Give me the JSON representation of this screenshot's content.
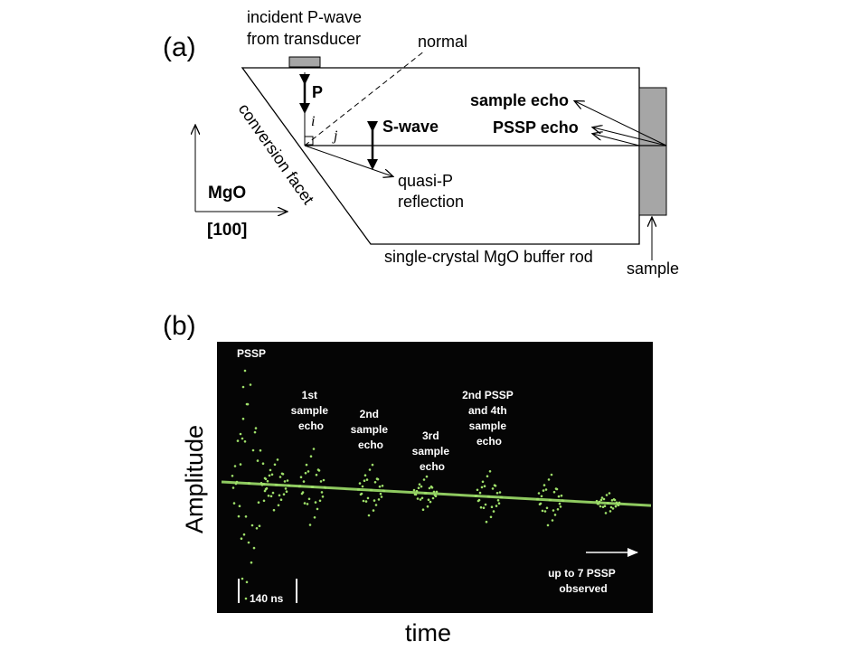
{
  "panel_a": {
    "label": "(a)",
    "incident_line1": "incident P-wave",
    "incident_line2": "from transducer",
    "normal": "normal",
    "p_label": "P",
    "angle_i": "i",
    "angle_j": "j",
    "swave": "S-wave",
    "sample_echo": "sample echo",
    "pssp_echo": "PSSP echo",
    "facet": "conversion facet",
    "quasi_line1": "quasi-P",
    "quasi_line2": "reflection",
    "mgo": "MgO",
    "direction": "[100]",
    "rod": "single-crystal MgO buffer rod",
    "sample": "sample"
  },
  "panel_b": {
    "label": "(b)",
    "pssp": "PSSP",
    "echo1": [
      "1st",
      "sample",
      "echo"
    ],
    "echo2": [
      "2nd",
      "sample",
      "echo"
    ],
    "echo3": [
      "3rd",
      "sample",
      "echo"
    ],
    "echo4": [
      "2nd PSSP",
      "and 4th",
      "sample",
      "echo"
    ],
    "scale": "140 ns",
    "observed_line1": "up to 7 PSSP",
    "observed_line2": "observed",
    "ylabel": "Amplitude",
    "xlabel": "time",
    "trace_color": "#9fe06a",
    "background_color": "#050505"
  }
}
